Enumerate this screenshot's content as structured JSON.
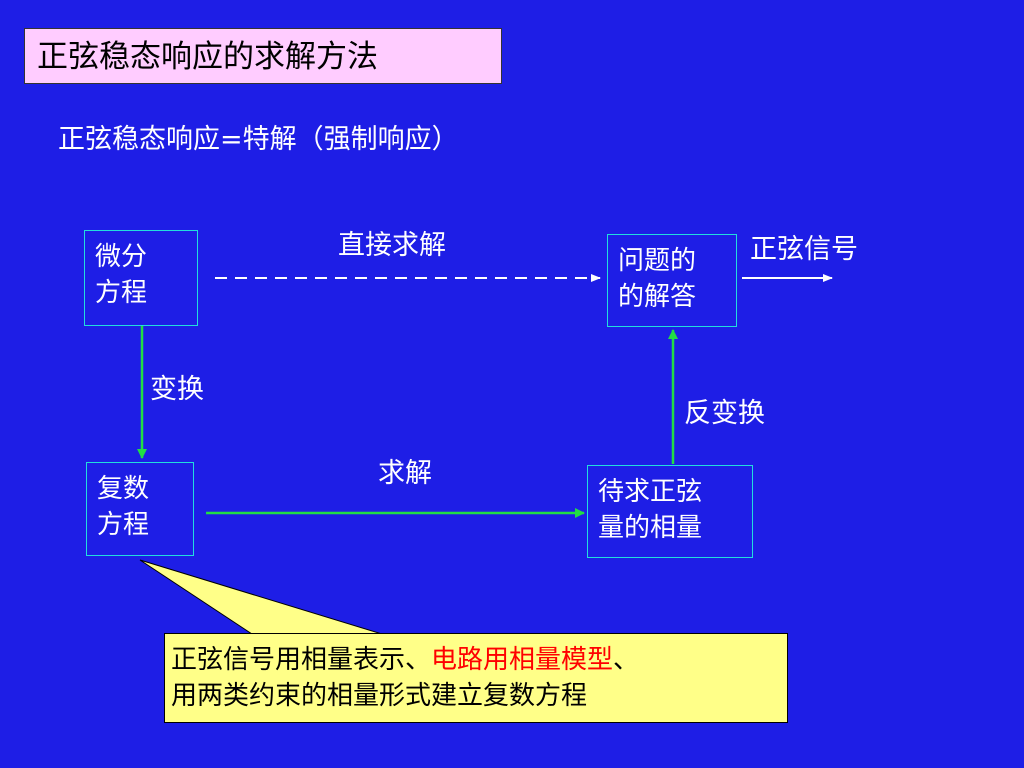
{
  "title": "正弦稳态响应的求解方法",
  "subtitle": "正弦稳态响应=特解（强制响应）",
  "nodes": {
    "differential_equation": "微分\n方程",
    "problem_solution": "问题的\n的解答",
    "complex_equation": "复数\n方程",
    "phasor_to_find": "待求正弦\n量的相量"
  },
  "edges": {
    "direct_solve": "直接求解",
    "sinusoidal_signal": "正弦信号",
    "transform": "变换",
    "inverse_transform": "反变换",
    "solve": "求解"
  },
  "callout": {
    "line1_prefix": "正弦信号用相量表示、",
    "line1_highlight": "电路用相量模型",
    "line1_suffix": "、",
    "line2": "用两类约束的相量形式建立复数方程"
  },
  "colors": {
    "background": "#1e1ee6",
    "title_box": "#ffccff",
    "node_border": "#22dddd",
    "arrow_green": "#22dd44",
    "callout_fill": "#ffff88",
    "highlight_red": "#ff0000"
  }
}
